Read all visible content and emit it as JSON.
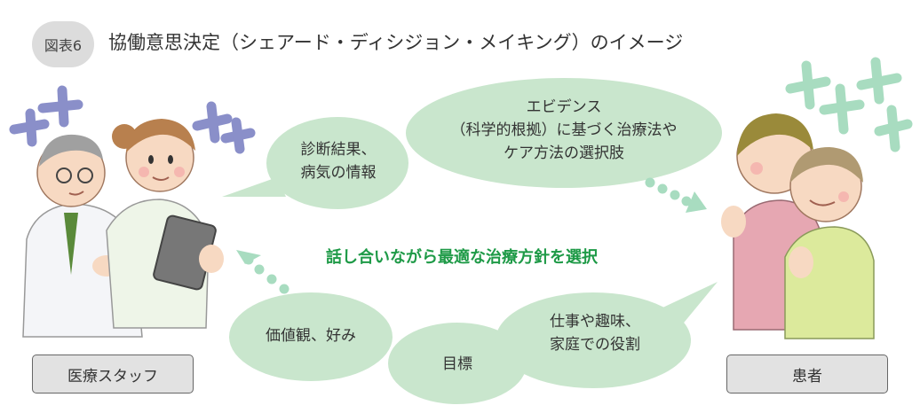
{
  "figure": {
    "badge": "図表6",
    "title": "協働意思決定（シェアード・ディシジョン・メイキング）のイメージ"
  },
  "bubbles": {
    "diagnosis": [
      "診断結果、",
      "病気の情報"
    ],
    "evidence": [
      "エビデンス",
      "（科学的根拠）に基づく治療法や",
      "ケア方法の選択肢"
    ],
    "values": "価値観、好み",
    "goal": "目標",
    "work_hobby": [
      "仕事や趣味、",
      "家庭での役割"
    ]
  },
  "center_message": "話し合いながら最適な治療方針を選択",
  "labels": {
    "staff": "医療スタッフ",
    "patient": "患者"
  },
  "colors": {
    "bubble": "#c9e6cd",
    "accent_green": "#1e9a47",
    "staff_cross": "#8a8fc9",
    "patient_cross": "#a8dcc0",
    "label_box": "#e2e2e2"
  }
}
